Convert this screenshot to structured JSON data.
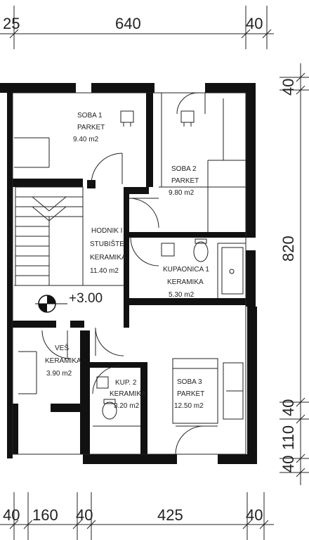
{
  "dimensions": {
    "top": [
      "25",
      "640",
      "40"
    ],
    "bottom": [
      "40",
      "160",
      "40",
      "425",
      "40"
    ],
    "right": [
      "40",
      "820",
      "40",
      "110",
      "40"
    ]
  },
  "level_mark": "+3.00",
  "rooms": {
    "soba1": {
      "name": "SOBA 1",
      "floor": "PARKET",
      "area": "9.40 m2"
    },
    "soba2": {
      "name": "SOBA 2",
      "floor": "PARKET",
      "area": "9.80 m2"
    },
    "hodnik": {
      "name": "HODNIK I",
      "name2": "STUBIŠTE",
      "floor": "KERAMIKA",
      "area": "11.40 m2"
    },
    "kupaonica": {
      "name": "KUPAONICA 1",
      "floor": "KERAMIKA",
      "area": "5.30 m2"
    },
    "ves": {
      "name": "VEŠ",
      "floor": "KERAMIKA",
      "area": "3.90 m2"
    },
    "kup2": {
      "name": "KUP. 2",
      "floor": "KERAMIKA",
      "area": "3.20 m2"
    },
    "soba3": {
      "name": "SOBA 3",
      "floor": "PARKET",
      "area": "12.50 m2"
    }
  }
}
